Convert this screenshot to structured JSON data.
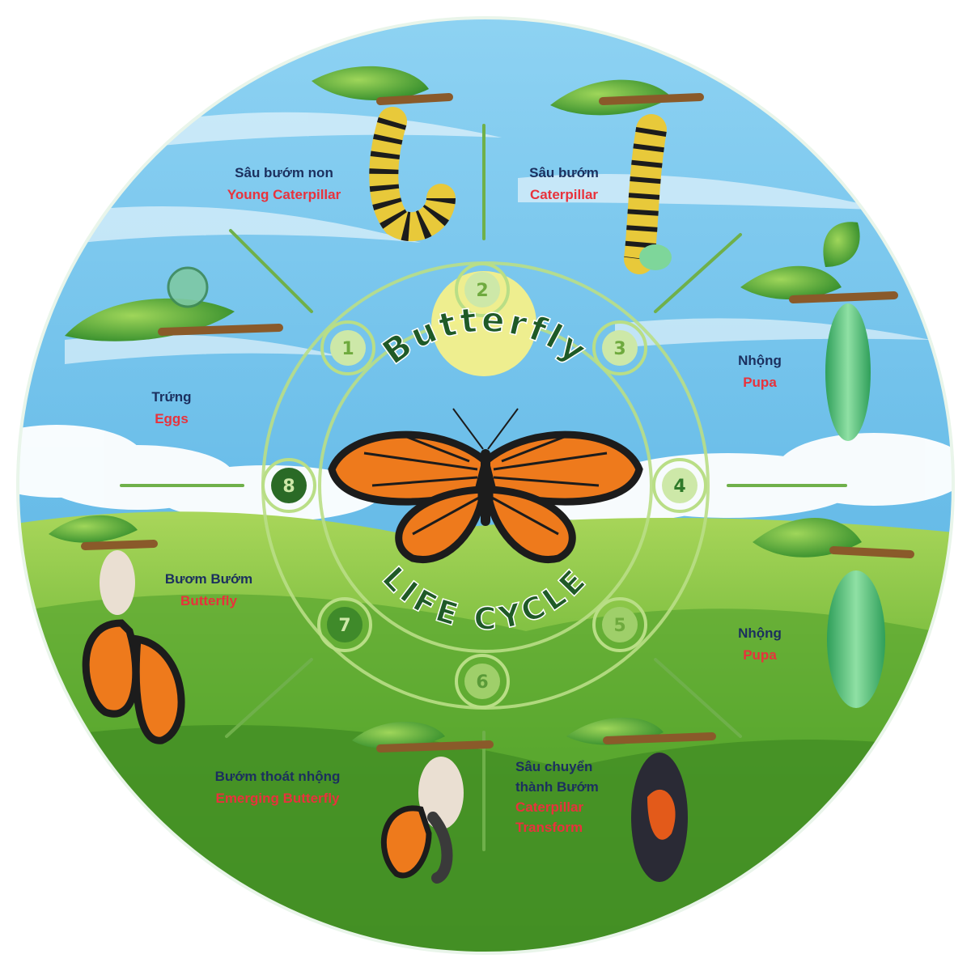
{
  "title": {
    "top": "Butterfly",
    "bottom": "LIFE CYCLE"
  },
  "stages": [
    {
      "number": "1",
      "vi": "Trứng",
      "en": "Eggs"
    },
    {
      "number": "2",
      "vi": "Sâu bướm non",
      "en": "Young Caterpillar"
    },
    {
      "number": "3",
      "vi": "Sâu bướm",
      "en": "Caterpillar"
    },
    {
      "number": "4",
      "vi": "Nhộng",
      "en": "Pupa"
    },
    {
      "number": "5",
      "vi": "Nhộng",
      "en": "Pupa"
    },
    {
      "number": "6",
      "vi": "Sâu chuyển thành Bướm",
      "en": "Caterpillar Transform"
    },
    {
      "number": "7",
      "vi": "Bướm thoát nhộng",
      "en": "Emerging Butterfly"
    },
    {
      "number": "8",
      "vi": "Bươm Bướm",
      "en": "Butterfly"
    }
  ],
  "stage6_lines": {
    "vi_line1": "Sâu chuyển",
    "vi_line2": "thành Bướm",
    "en_line1": "Caterpillar",
    "en_line2": "Transform"
  },
  "colors": {
    "sky": "#5bb6e6",
    "grass": "#4f9e2a",
    "ring": "#b9de86",
    "title_green": "#1f5a27",
    "vi_text": "#1b2f5e",
    "en_text": "#e8323c",
    "butterfly_orange": "#ee7a1c"
  }
}
